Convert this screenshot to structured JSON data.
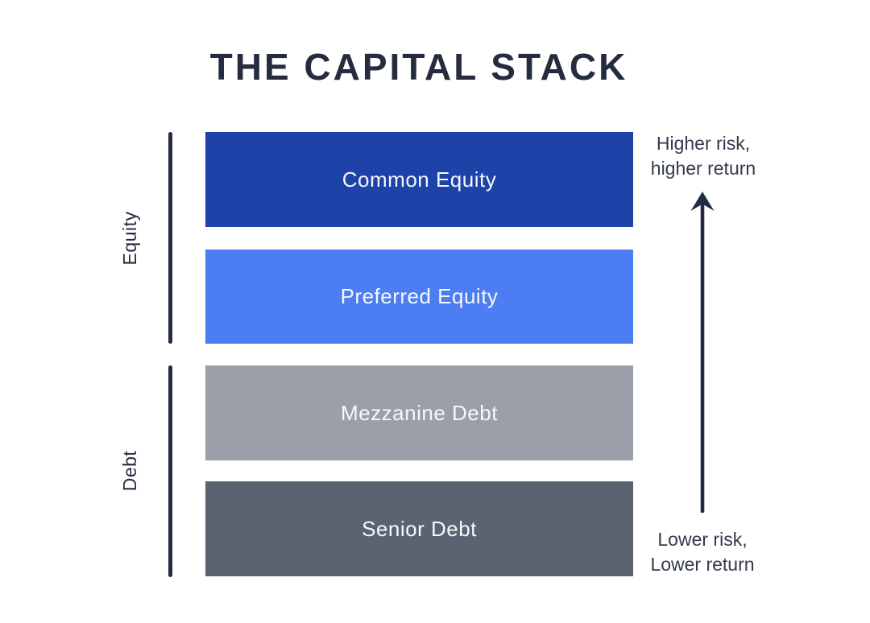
{
  "title": "THE CAPITAL STACK",
  "colors": {
    "navy": "#232C44",
    "title": "#262C40",
    "annotation": "#333A4B",
    "bar_text": "#F7F8FA",
    "background": "#FFFFFF"
  },
  "stack": {
    "bars": [
      {
        "label": "Common Equity",
        "color": "#1E43A8",
        "group": "Equity"
      },
      {
        "label": "Preferred Equity",
        "color": "#4D7DF2",
        "group": "Equity"
      },
      {
        "label": "Mezzanine Debt",
        "color": "#9A9FA9",
        "group": "Debt"
      },
      {
        "label": "Senior Debt",
        "color": "#5C6370",
        "group": "Debt"
      }
    ],
    "groups": [
      {
        "label": "Equity"
      },
      {
        "label": "Debt"
      }
    ]
  },
  "annotations": {
    "top": {
      "line1": "Higher risk,",
      "line2": "higher return"
    },
    "bottom": {
      "line1": "Lower risk,",
      "line2": "Lower return"
    },
    "arrow": "up-arrow"
  }
}
